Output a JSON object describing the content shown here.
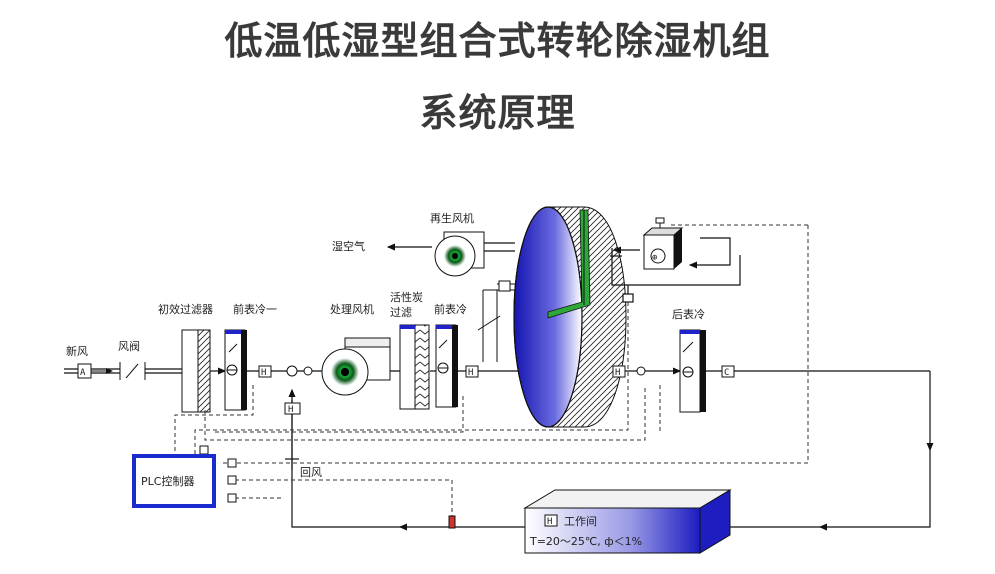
{
  "title": {
    "line1": "低温低湿型组合式转轮除湿机组",
    "line2": "系统原理"
  },
  "labels": {
    "fresh_air": "新风",
    "air_valve": "风阀",
    "primary_filter": "初效过滤器",
    "pre_cooler_1": "前表冷一",
    "process_fan": "处理风机",
    "activated_carbon_filter_line1": "活性炭",
    "activated_carbon_filter_line2": "过滤",
    "pre_cooler": "前表冷",
    "regen_fan": "再生风机",
    "humid_air": "湿空气",
    "after_cooler": "后表冷",
    "return_air": "回风",
    "plc": "PLC控制器",
    "workshop": "工作间",
    "workshop_conditions": "T=20～25℃, ф＜1%"
  },
  "symbols": {
    "a_sensor": "A",
    "h_sensor": "H",
    "plus": "⊕",
    "c_sensor": "C"
  },
  "colors": {
    "title": "#3a3a3a",
    "wheel_blue": "#1e22c8",
    "plc_border": "#1a2bd0",
    "green": "#2fa83a",
    "line": "#111111"
  }
}
